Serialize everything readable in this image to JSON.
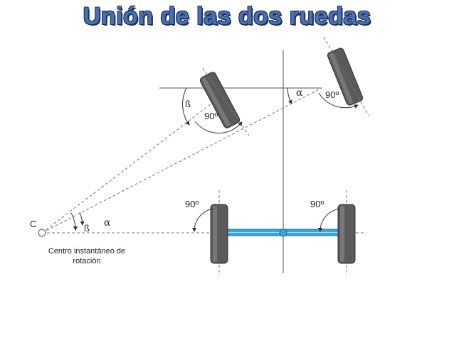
{
  "title": "Unión de las dos ruedas",
  "labels": {
    "center_point": "C",
    "caption_line1": "Centro instantáneo de",
    "caption_line2": "rotación",
    "alpha": "α",
    "beta": "ß",
    "right_angle": "90º"
  },
  "colors": {
    "title": "#4a6fb5",
    "axle": "#3aa7d8",
    "tire": "#555555",
    "line": "#555555"
  }
}
